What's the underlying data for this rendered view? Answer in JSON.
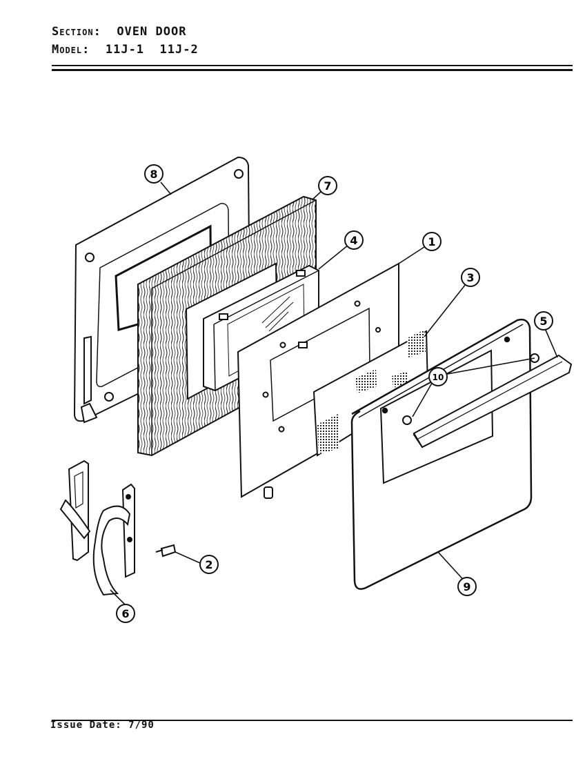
{
  "header": {
    "section_label": "Section:",
    "section_value": "OVEN DOOR",
    "model_label": "Model:",
    "model_value": "11J-1  11J-2"
  },
  "footer": {
    "issue_date": "Issue Date: 7/90"
  },
  "callouts": {
    "c1": "1",
    "c2": "2",
    "c3": "3",
    "c4": "4",
    "c5": "5",
    "c6": "6",
    "c7": "7",
    "c8": "8",
    "c9": "9",
    "c10": "10"
  }
}
